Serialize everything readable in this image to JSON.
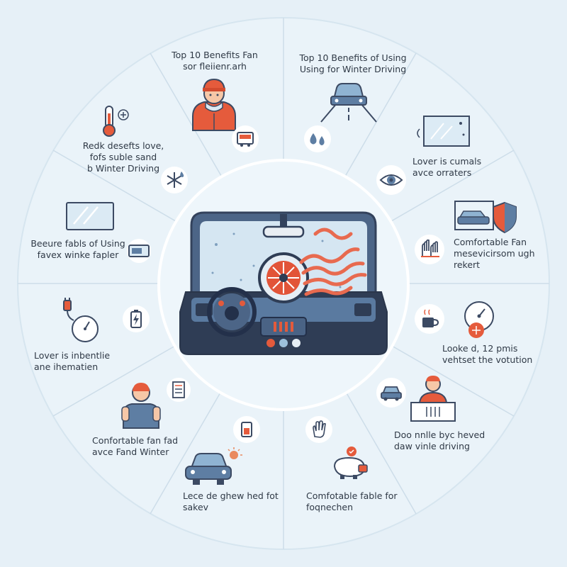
{
  "colors": {
    "background": "#e6f0f7",
    "outline": "#3c4a63",
    "dash_blue": "#5e7ea3",
    "glass": "#cfe3f0",
    "accent_red": "#e55b3c",
    "accent_orange": "#e98a5f"
  },
  "labels": {
    "l1": {
      "line1": "Top 10 Benefits Fan",
      "line2": "sor fleiienr.arh"
    },
    "l2": {
      "line1": "Top 10 Benefits of Using",
      "line2": "Using for Winter Driving"
    },
    "l3": {
      "line1": "Redk desefts love,",
      "line2": "fofs suble sand",
      "line3": "b Winter Driving"
    },
    "l4": {
      "line1": "Lover is cumals",
      "line2": "avce orraters"
    },
    "l5": {
      "line1": "Beeure fabls of Using",
      "line2": "favex winke fapler"
    },
    "l6": {
      "line1": "Comfortable Fan",
      "line2": "mesevicirsom ugh",
      "line3": "rekert"
    },
    "l7": {
      "line1": "Lover is inbentlie",
      "line2": "ane ihematien"
    },
    "l8": {
      "line1": "Looke d, 12 pmis",
      "line2": "vehtset the votution"
    },
    "l9": {
      "line1": "Confortable fan fad",
      "line2": "avce Fand Winter"
    },
    "l10": {
      "line1": "Doo nnlle byc heved",
      "line2": "daw vinle driving"
    },
    "l11": {
      "line1": "Lece de ghew hed fot",
      "line2": "sakev"
    },
    "l12": {
      "line1": "Comfotable fable for",
      "line2": "foqnechen"
    }
  },
  "icons": [
    "thermometer-icon",
    "person-winter-icon",
    "heater-icon",
    "car-road-icon",
    "droplets-icon",
    "snowflake-icon",
    "window-icon",
    "window-frost-icon",
    "eye-icon",
    "car-shield-icon",
    "defroster-icon",
    "hands-warm-icon",
    "plug-timer-icon",
    "battery-icon",
    "gauge-icon",
    "cup-warm-icon",
    "person-hands-icon",
    "receipt-icon",
    "car-small-icon",
    "person-heater-icon",
    "car-sun-icon",
    "battery-small-icon",
    "hand-icon",
    "piggy-bank-icon",
    "dashboard-fan-icon"
  ]
}
